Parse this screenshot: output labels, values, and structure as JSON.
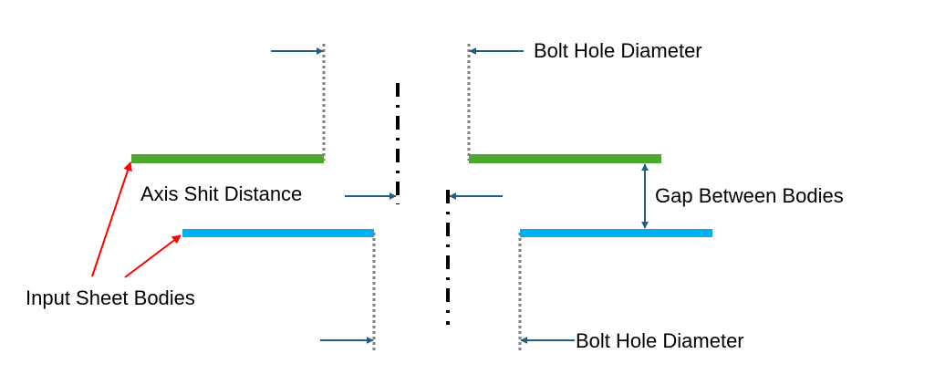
{
  "diagram": {
    "labels": {
      "bolt_hole_top": "Bolt Hole Diameter",
      "bolt_hole_bottom": "Bolt Hole Diameter",
      "axis_shift": "Axis Shit Distance",
      "gap": "Gap Between Bodies",
      "input_bodies": "Input Sheet Bodies"
    },
    "colors": {
      "upper_body": "#4EA72E",
      "lower_body": "#00B0F0",
      "dimension_arrow": "#1F5F85",
      "callout_arrow": "#FF0000",
      "hole_edge": "#7F7F7F",
      "centerline": "#000000"
    },
    "components": [
      {
        "id": "upper-sheet-body",
        "kind": "sheet-body",
        "color": "upper_body"
      },
      {
        "id": "lower-sheet-body",
        "kind": "sheet-body",
        "color": "lower_body"
      },
      {
        "id": "upper-hole-axis",
        "kind": "centerline"
      },
      {
        "id": "lower-hole-axis",
        "kind": "centerline"
      }
    ]
  }
}
